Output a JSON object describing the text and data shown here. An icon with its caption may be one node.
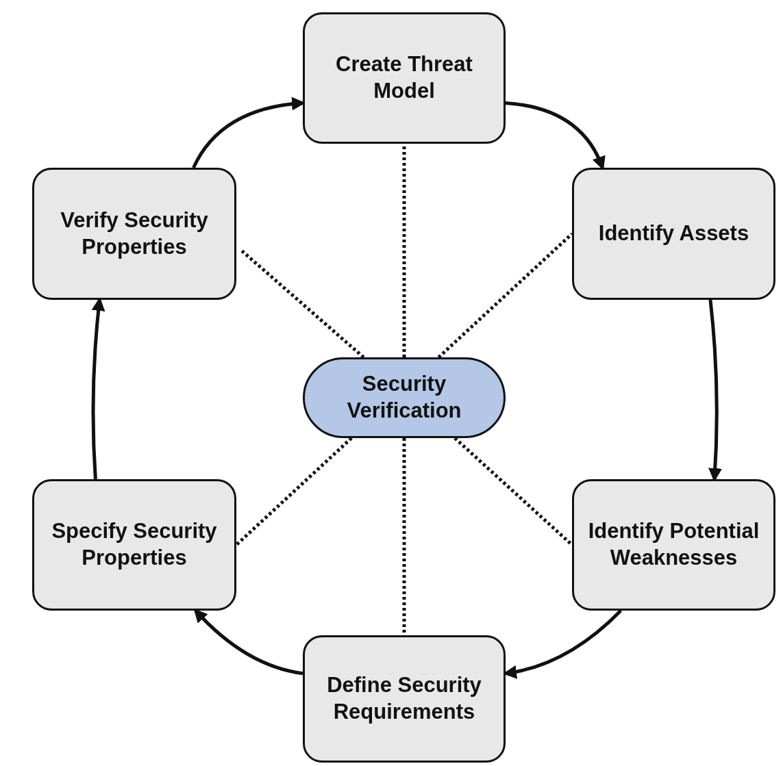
{
  "diagram": {
    "nodes": [
      {
        "text": [
          "Create Threat Model"
        ]
      },
      {
        "text": [
          "Identify Assets"
        ]
      },
      {
        "text": [
          "Identify Potential Weaknesses"
        ]
      },
      {
        "text": [
          "Define Security Requirements"
        ]
      },
      {
        "text": [
          "Specify Security Properties"
        ]
      },
      {
        "text": [
          "Verify Security Properties"
        ]
      },
      {
        "text": [
          "Security Verification"
        ]
      }
    ],
    "edges": [
      {
        "from": 0,
        "to": 1,
        "arrow": "to"
      },
      {
        "from": 1,
        "to": 2,
        "arrow": "to"
      },
      {
        "from": 2,
        "to": 3,
        "arrow": "to"
      },
      {
        "from": 3,
        "to": 4,
        "arrow": "to"
      },
      {
        "from": 4,
        "to": 5,
        "arrow": "to"
      },
      {
        "from": 5,
        "to": 0,
        "arrow": "to"
      },
      {
        "from": 6,
        "to": 0,
        "arrow": "none",
        "style": "dashed"
      },
      {
        "from": 6,
        "to": 1,
        "arrow": "none",
        "style": "dashed"
      },
      {
        "from": 6,
        "to": 2,
        "arrow": "none",
        "style": "dashed"
      },
      {
        "from": 6,
        "to": 3,
        "arrow": "none",
        "style": "dashed"
      },
      {
        "from": 6,
        "to": 4,
        "arrow": "none",
        "style": "dashed"
      },
      {
        "from": 6,
        "to": 5,
        "arrow": "none",
        "style": "dashed"
      }
    ]
  }
}
